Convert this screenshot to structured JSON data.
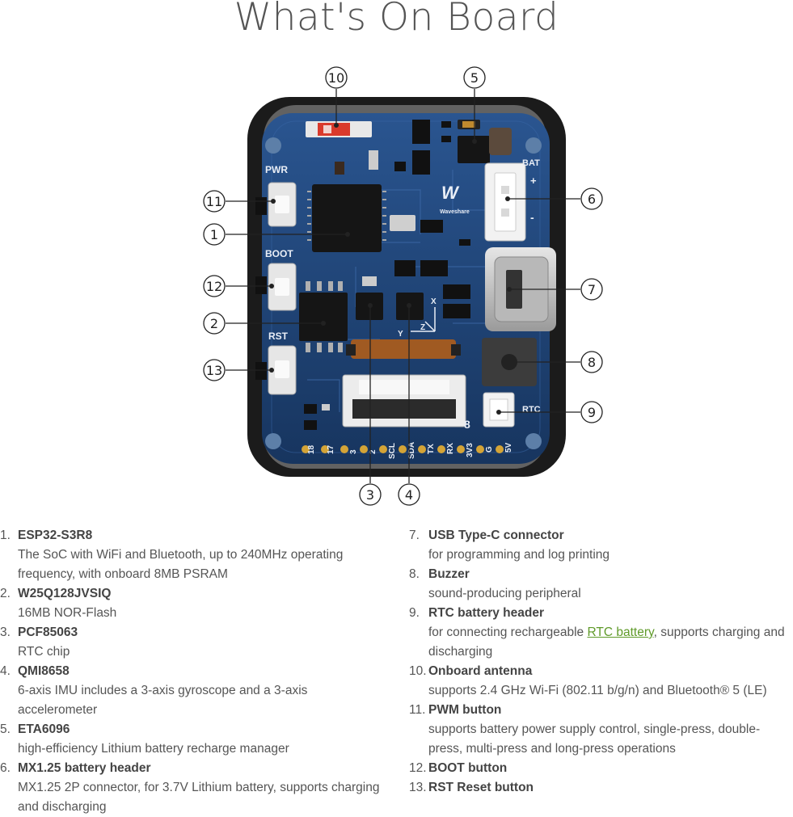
{
  "title": "What's On Board",
  "board": {
    "silkscreen": {
      "pwr": "PWR",
      "boot": "BOOT",
      "rst": "RST",
      "bat": "BAT",
      "rtc": "RTC",
      "brand": "Waveshare",
      "pins": [
        "18",
        "17",
        "3",
        "2",
        "SCL",
        "SDA",
        "TX",
        "RX",
        "3V3",
        "G",
        "5V"
      ],
      "axis_x": "X",
      "axis_y": "Y",
      "axis_z": "Z",
      "fpc_number": "8"
    }
  },
  "callouts": [
    "1",
    "2",
    "3",
    "4",
    "5",
    "6",
    "7",
    "8",
    "9",
    "10",
    "11",
    "12",
    "13"
  ],
  "components_left": [
    {
      "num": "1.",
      "name": "ESP32-S3R8",
      "desc": "The SoC with WiFi and Bluetooth, up to 240MHz operating frequency, with onboard 8MB PSRAM"
    },
    {
      "num": "2.",
      "name": "W25Q128JVSIQ",
      "desc": "16MB NOR-Flash"
    },
    {
      "num": "3.",
      "name": "PCF85063",
      "desc": "RTC chip"
    },
    {
      "num": "4.",
      "name": "QMI8658",
      "desc": "6-axis IMU includes a 3-axis gyroscope and a 3-axis accelerometer"
    },
    {
      "num": "5.",
      "name": "ETA6096",
      "desc": "high-efficiency Lithium battery recharge manager"
    },
    {
      "num": "6.",
      "name": "MX1.25 battery header",
      "desc": "MX1.25 2P connector, for 3.7V Lithium battery, supports charging and discharging"
    }
  ],
  "components_right": [
    {
      "num": "7.",
      "name": "USB Type-C connector",
      "desc": "for programming and log printing"
    },
    {
      "num": "8.",
      "name": "Buzzer",
      "desc": "sound-producing peripheral"
    },
    {
      "num": "9.",
      "name": "RTC battery header",
      "desc_before": "for connecting rechargeable ",
      "link": "RTC battery",
      "desc_after": ", supports charging and discharging"
    },
    {
      "num": "10.",
      "name": "Onboard antenna",
      "desc": "supports 2.4 GHz Wi-Fi (802.11 b/g/n) and Bluetooth® 5 (LE)"
    },
    {
      "num": "11.",
      "name": "PWM button",
      "desc": "supports battery power supply control, single-press, double-press, multi-press and long-press operations"
    },
    {
      "num": "12.",
      "name": "BOOT button",
      "desc": ""
    },
    {
      "num": "13.",
      "name": "RST Reset button",
      "desc": ""
    }
  ],
  "colors": {
    "pcb": "#1d3f72",
    "case": "#1b1b1b",
    "chip": "#151515",
    "link": "#5f9a29"
  }
}
